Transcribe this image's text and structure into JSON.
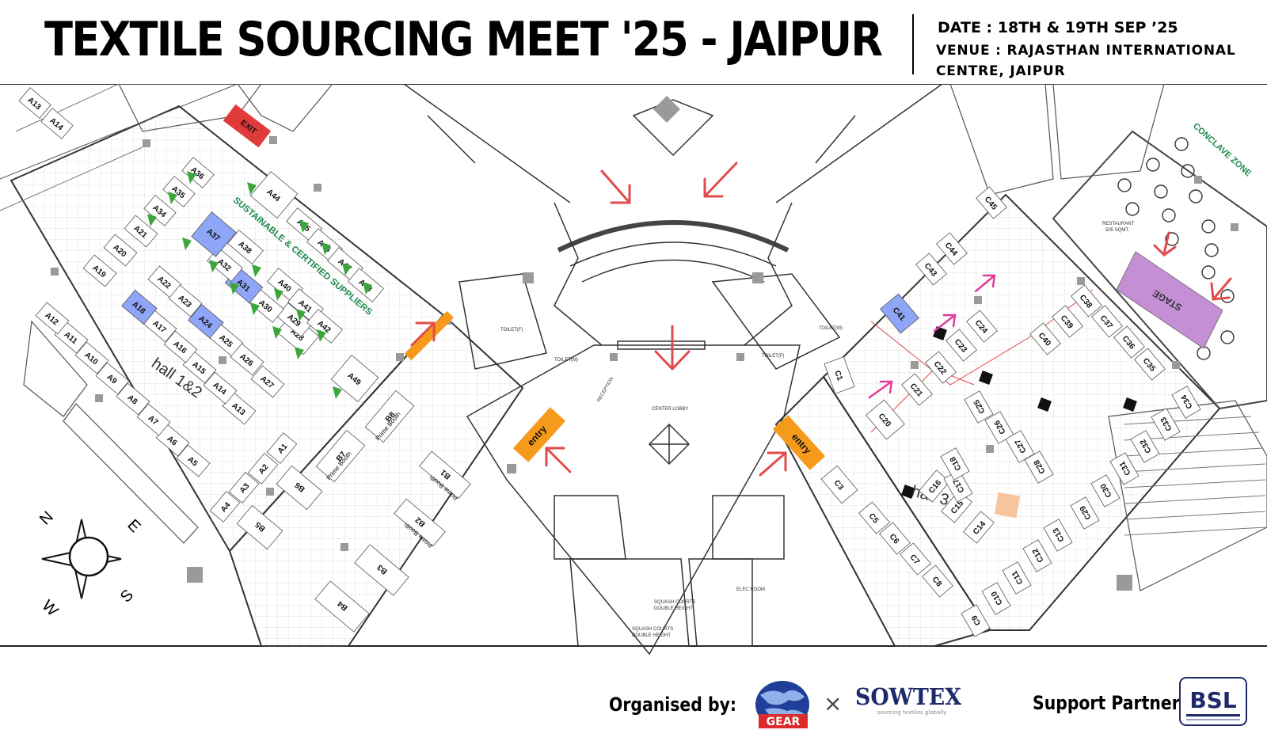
{
  "header": {
    "title": "TEXTILE SOURCING MEET '25 - JAIPUR",
    "date": "DATE : 18TH & 19TH SEP ’25",
    "venue_line1": "VENUE : RAJASTHAN INTERNATIONAL",
    "venue_line2": "CENTRE, JAIPUR"
  },
  "plan": {
    "hall_1_2_label": "hall 1&2",
    "hall_3_label": "hall 3",
    "sustainable_label": "SUSTAINABLE & CERTIFIED SUPPLIERS",
    "conclave_label": "CONCLAVE ZONE",
    "stage_label": "STAGE",
    "exit_label": "EXIT",
    "entry_label": "entry",
    "prime_booth_label": "Prime Booth",
    "center_lobby_label": "CENTER LOBBY",
    "reception_label": "RECEPTION",
    "restaurant_label": "RESTAURANT",
    "restaurant_area": "505 SQMT.",
    "toilet_f_label": "TOILET(F)",
    "toilet_m_label": "TOILET(M)",
    "squash_label": "SQUASH COURTS",
    "squash_sub": "DOUBLE HEIGHT",
    "elec_room_label": "ELEC ROOM",
    "compass": {
      "n": "N",
      "e": "E",
      "s": "S",
      "w": "W"
    },
    "colors": {
      "blue_booth": "#8fa5f7",
      "green_marker": "#3ca63c",
      "exit": "#e03a3a",
      "entry": "#f59a1a",
      "stage": "#c58fd6",
      "arrow_red": "#e24b4b",
      "arrow_pink": "#e23c9b",
      "conclave_text": "#1f8a4a",
      "sustainable_text": "#1f8a4a"
    },
    "booths_hall12": [
      "A1",
      "A2",
      "A3",
      "A4",
      "A5",
      "A6",
      "A7",
      "A8",
      "A9",
      "A10",
      "A11",
      "A12",
      "A13",
      "A14",
      "A15",
      "A16",
      "A17",
      "A18",
      "A19",
      "A20",
      "A21",
      "A22",
      "A23",
      "A24",
      "A25",
      "A26",
      "A27",
      "A28",
      "A29",
      "A30",
      "A31",
      "A32",
      "A34",
      "A35",
      "A36",
      "A37",
      "A38",
      "A40",
      "A41",
      "A42",
      "A44",
      "A45",
      "A46",
      "A47",
      "A48",
      "A49",
      "A13",
      "A14"
    ],
    "booths_b": [
      "B1",
      "B2",
      "B3",
      "B4",
      "B5",
      "B6",
      "B7",
      "B8"
    ],
    "booths_hall3": [
      "C1",
      "C3",
      "C5",
      "C6",
      "C7",
      "C8",
      "C9",
      "C10",
      "C11",
      "C12",
      "C13",
      "C14",
      "C15",
      "C16",
      "C17",
      "C18",
      "C20",
      "C21",
      "C22",
      "C23",
      "C24",
      "C25",
      "C26",
      "C27",
      "C28",
      "C29",
      "C30",
      "C31",
      "C32",
      "C33",
      "C34",
      "C35",
      "C36",
      "C37",
      "C38",
      "C39",
      "C40",
      "C41",
      "C43",
      "C44",
      "C45"
    ],
    "blue_booths": [
      "A18",
      "A24",
      "A31",
      "A37",
      "C41"
    ]
  },
  "footer": {
    "organised_by": "Organised by:",
    "times": "×",
    "gear_text": "GEAR",
    "sowtex_text": "SOWTEX",
    "sowtex_tagline": "sourcing textiles globally",
    "support_partner": "Support Partner:",
    "bsl_text": "BSL"
  }
}
